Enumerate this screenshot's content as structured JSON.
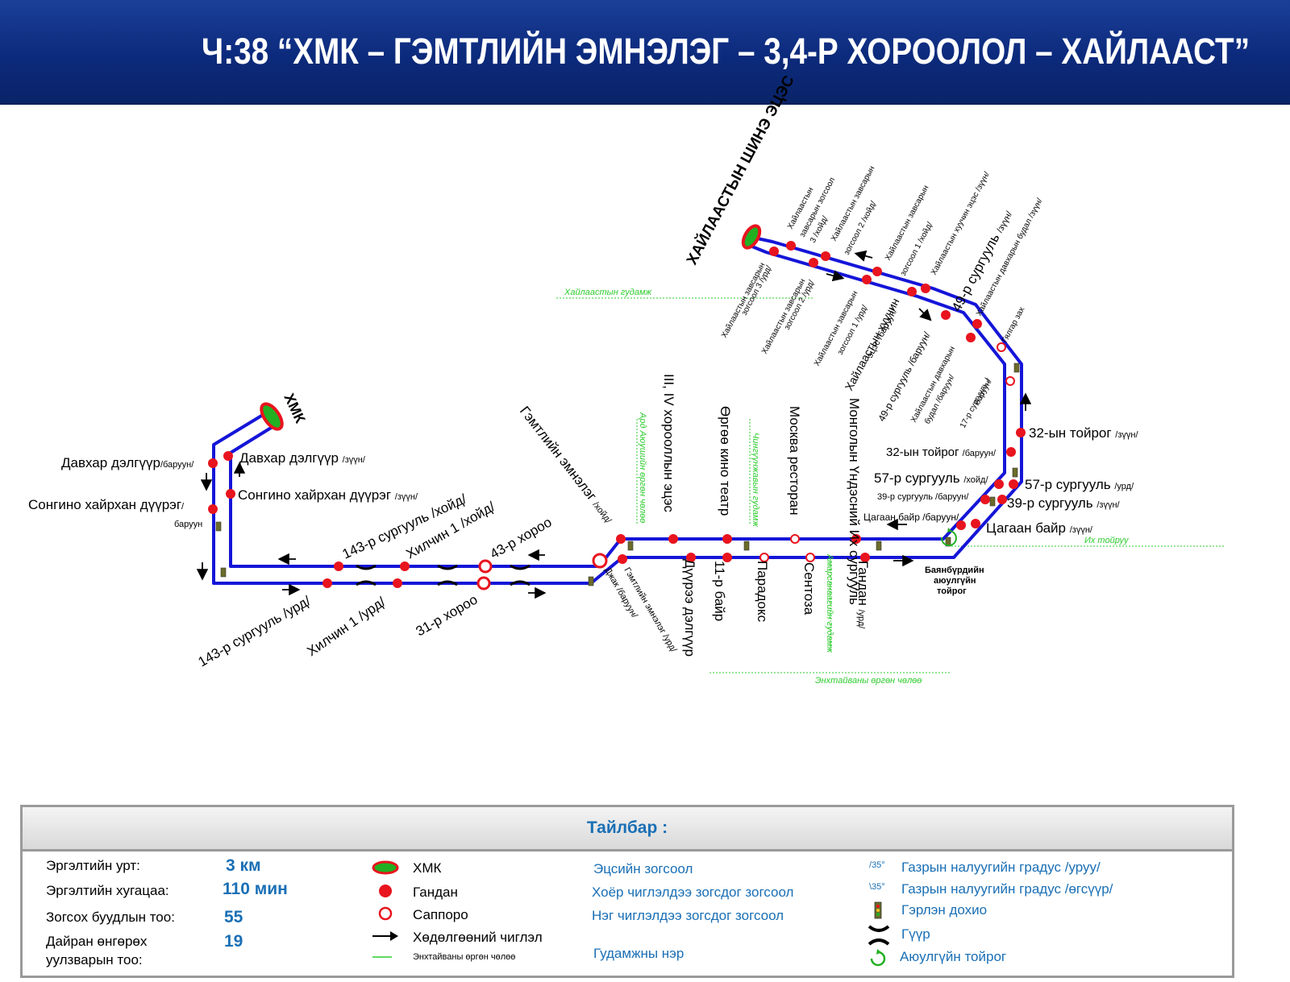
{
  "header": {
    "title": "Ч:38 “ХМК – ГЭМТЛИЙН ЭМНЭЛЭГ – 3,4-Р ХОРООЛОЛ – ХАЙЛААСТ”"
  },
  "colors": {
    "header_bg": "#0c2a7c",
    "route_line": "#1515d8",
    "gandan_stop": "#e8141e",
    "sapporo_stop": "#e8141e",
    "terminal_fill": "#22b022",
    "street_green": "#2ecc2e",
    "legend_blue": "#1a6fb5"
  },
  "terminals": {
    "hmk": "ХМК",
    "khailaast": "ХАЙЛААСТЫН ШИНЭ ЭЦЭС"
  },
  "stops": {
    "davkhar_w": "Давхар дэлгүүр",
    "davkhar_w_dir": "/баруун/",
    "davkhar_e": "Давхар дэлгүүр",
    "davkhar_e_dir": "/зүүн/",
    "songino_w": "Сонгино хайрхан дүүрэг",
    "songino_w_dir": "/",
    "songino_w_dir2": "баруун",
    "songino_e": "Сонгино хайрхан дүүрэг",
    "songino_e_dir": "/зүүн/",
    "school143_n": "143-р сургууль /хойд/",
    "school143_s": "143-р сургууль /урд/",
    "khilchin_n": "Хилчин 1 /хойд/",
    "khilchin_s": "Хилчин 1 /урд/",
    "khoroo43": "43-р хороо",
    "khoroo31": "31-р хороо",
    "gemtel_n": "Гэмтлийн эмнэлэг",
    "gemtel_n_dir": "/хойд/",
    "gemtel_s": "Гэмтлийн эмнэлэг /урд/",
    "jump_w": "Джак /баруун/",
    "khoroolol34": "III, IV хорооллын эцэс",
    "urguu": "Өргөө кино театр",
    "duuree": "Дүүрээ дэлгүүр",
    "bair11": "11-р байр",
    "paradoks": "Парадокс",
    "moskva": "Москва ресторан",
    "sentoza": "Сентоза",
    "mongol_ikh": "Монголын Үндэсний Их сургууль",
    "gandan_s": "Гандан",
    "gandan_s_dir": "/урд/",
    "tsagaan_w": "Цагаан байр /баруун/",
    "tsagaan_e": "Цагаан байр",
    "tsagaan_e_dir": "/зүүн/",
    "school39_w": "39-р сургууль /баруун/",
    "school39_e": "39-р сургууль",
    "school39_e_dir": "/зүүн/",
    "school57_n": "57-р сургууль",
    "school57_n_dir": "/хойд/",
    "school57_s": "57-р сургууль",
    "school57_s_dir": "/урд/",
    "toirog32_w": "32-ын тойрог",
    "toirog32_w_dir": "/баруун/",
    "toirog32_e": "32-ын тойрог",
    "toirog32_e_dir": "/зүүн/",
    "school17_w": "17-р сургууль /",
    "school17_w2": "баруун/",
    "gyalgar": "Гялгар зах",
    "school49_n": "49-р сургууль",
    "school49_n_dir": "/зүүн/",
    "school49_s": "49-р сургууль /баруун/",
    "davkhar_budal_n": "Хайлаастын давхарын будал /зүүн/",
    "davkhar_budal_s1": "Хайлаастын давхарын",
    "davkhar_budal_s2": "будал /баруун/",
    "khuuchin_n": "Хайлаастын хуучин эцэс /зүүн/",
    "khuuchin_s1": "Хайлаастын хуучин",
    "khuuchin_s2": "эцэс /баруун/",
    "zavsar1_n1": "Хайлаастын завсарын",
    "zavsar1_n2": "зогсоол 1 /хойд/",
    "zavsar1_s1": "Хайлаастын завсарын",
    "zavsar1_s2": "зогсоол 1 /урд/",
    "zavsar2_n1": "Хайлаастын завсарын",
    "zavsar2_n2": "зогсоол 2 /хойд/",
    "zavsar2_s1": "Хайлаастын завсарын",
    "zavsar2_s2": "зогсоол 2 /урд/",
    "zavsar3_n1": "Хайлаастын",
    "zavsar3_n2": "завсарын зогсоол",
    "zavsar3_n3": "3 /хойд/",
    "zavsar3_s1": "Хайлаастын завсарын",
    "zavsar3_s2": "зогсоол 3 /урд/",
    "bayanburd1": "Баянбүрдийн",
    "bayanburd2": "аюулгүйн",
    "bayanburd3": "тойрог"
  },
  "streets": {
    "khailaast": "Хайлаастын гудамж",
    "ard_ayush": "Ард Аюушийн өргөн чөлөө",
    "chinguunjav": "Чингүүнжавын гудамж",
    "amarsanaa": "Амарсанаагийн гудамж",
    "enkhtaivan": "Энхтайваны өргөн чөлөө",
    "ikh_toiruu": "Их тойруу"
  },
  "legend": {
    "title": "Тайлбар :",
    "length_label": "Эргэлтийн урт:",
    "length_value": "3 км",
    "duration_label": "Эргэлтийн хугацаа:",
    "duration_value": "110 мин",
    "stops_label": "Зогсох буудлын тоо:",
    "stops_value": "55",
    "intersections_label1": "Дайран өнгөрөх",
    "intersections_label2": "уулзварын тоо:",
    "intersections_value": "19",
    "hmk": "ХМК",
    "gandan": "Гандан",
    "sapporo": "Саппоро",
    "direction": "Хөдөлгөөний чиглэл",
    "avenue": "Энхтайваны өргөн чөлөө",
    "terminal_stop": "Эцсийн зогсоол",
    "both_dir_stop": "Хоёр чиглэлдээ зогсдог зогсоол",
    "one_dir_stop": "Нэг чиглэлдээ зогсдог зогсоол",
    "street_name": "Гудамжны нэр",
    "slope_down_deg": "/35°",
    "slope_down": "Газрын налуугийн градус /уруу/",
    "slope_up_deg": "\\35°",
    "slope_up": "Газрын налуугийн градус /өгсүүр/",
    "traffic_light": "Гэрлэн дохио",
    "bridge": "Гүүр",
    "roundabout": "Аюулгүйн тойрог"
  }
}
